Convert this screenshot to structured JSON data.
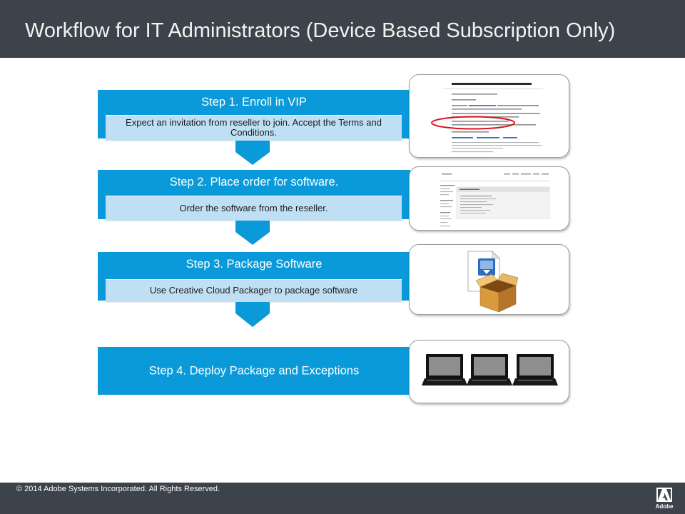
{
  "slide": {
    "title": "Workflow for IT Administrators (Device Based Subscription Only)",
    "footer_text": "© 2014 Adobe Systems Incorporated. All Rights Reserved.",
    "logo_text": "Adobe",
    "logo_icon": "adobe-logo-icon"
  },
  "colors": {
    "bar_background": "#3c434a",
    "title_text": "#f2f2f2",
    "step_blue": "#0a9ad9",
    "detail_box": "#bfe0f4",
    "callout_red": "#e0101b"
  },
  "connector_icon": "down-arrow-icon",
  "steps": [
    {
      "title": "Step 1. Enroll in VIP",
      "detail": "Expect an invitation from reseller to join. Accept the Terms and Conditions.",
      "illustrations": [
        "email-invitation-screenshot"
      ]
    },
    {
      "title": "Step 2. Place order for software.",
      "detail": "Order the software from the reseller.",
      "illustrations": [
        "order-page-screenshot"
      ]
    },
    {
      "title": "Step 3. Package Software",
      "detail": "Use Creative Cloud Packager to package software",
      "illustrations": [
        "package-installer-icon"
      ]
    },
    {
      "title": "Step 4. Deploy Package and Exceptions",
      "illustrations": [
        "laptop-icon",
        "laptop-icon",
        "laptop-icon"
      ]
    }
  ]
}
